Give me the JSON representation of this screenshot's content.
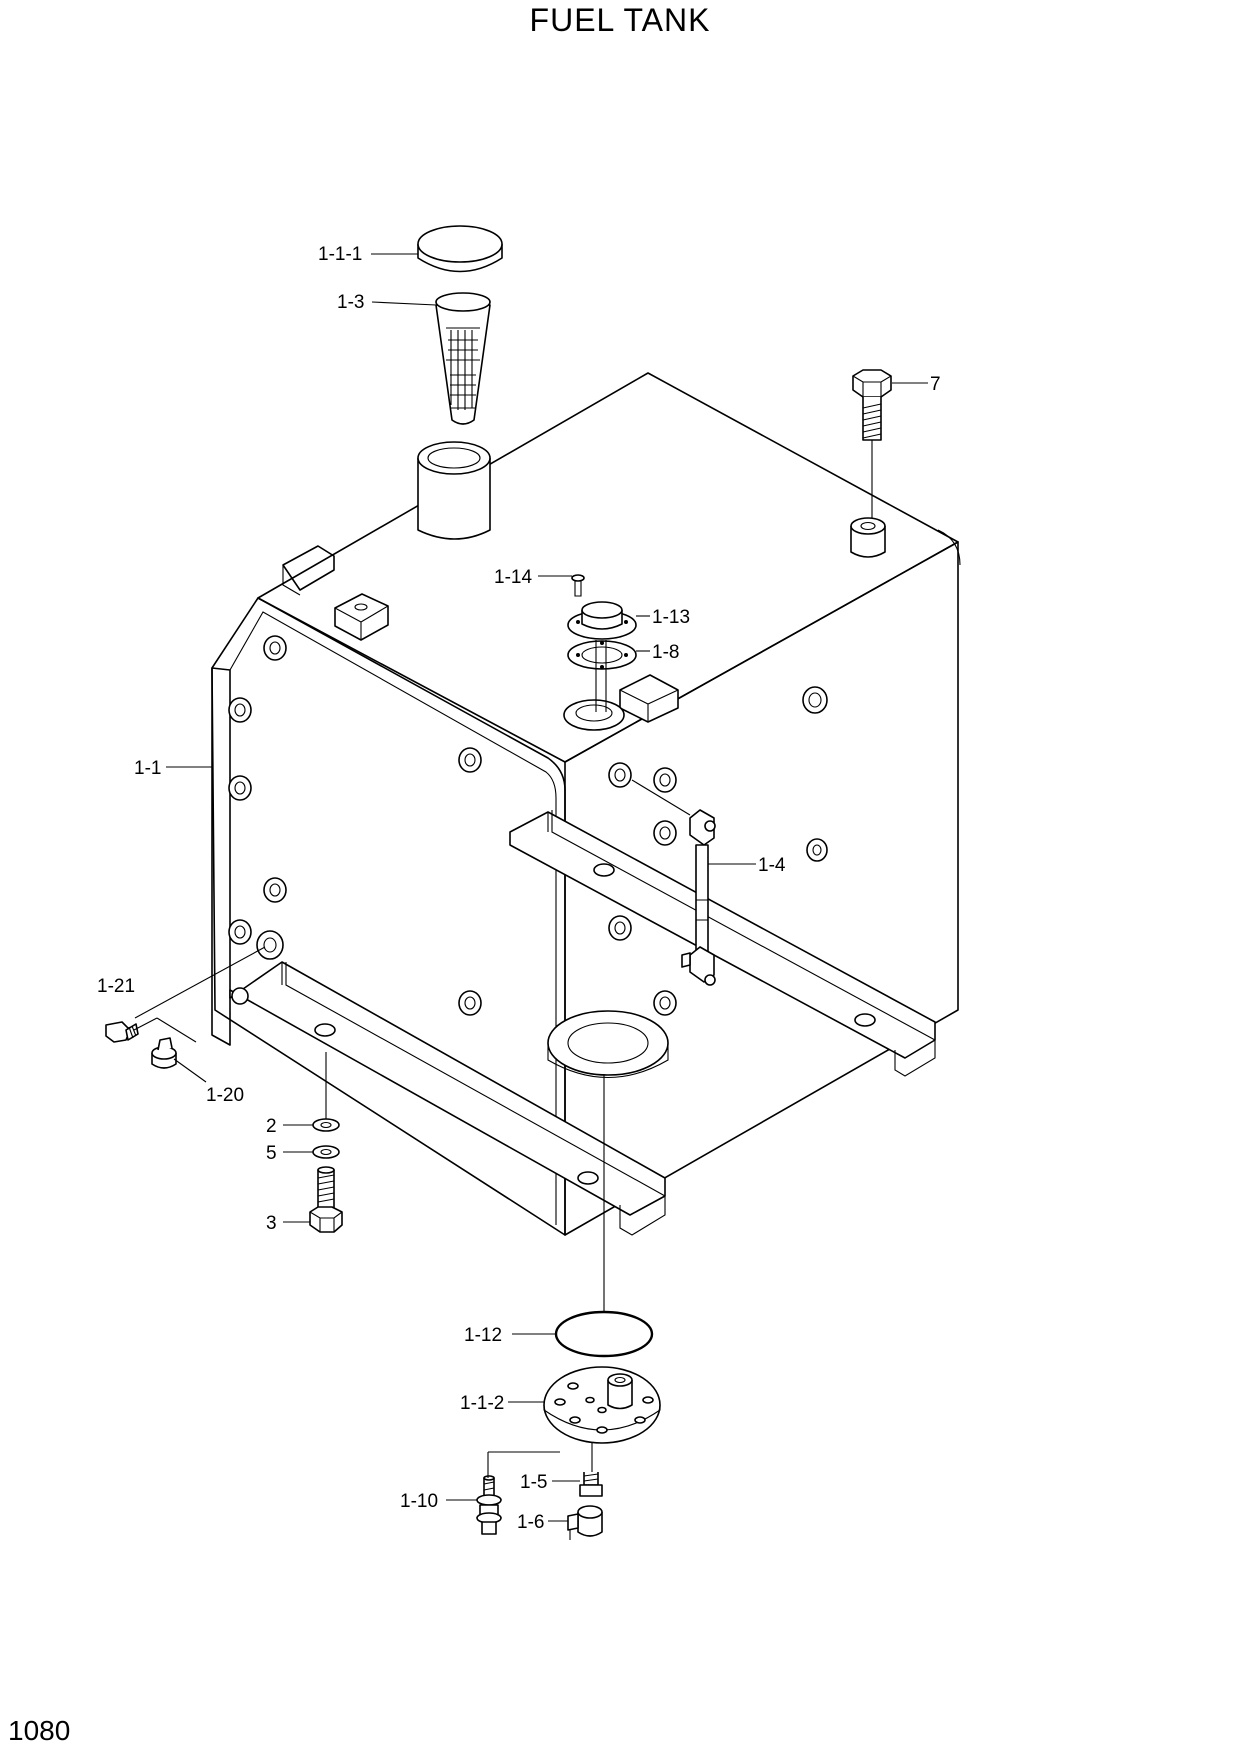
{
  "title": "FUEL TANK",
  "page_number": "1080",
  "labels": {
    "p1_1_1": "1-1-1",
    "p1_3": "1-3",
    "p7": "7",
    "p1_14": "1-14",
    "p1_13": "1-13",
    "p1_8": "1-8",
    "p1_1": "1-1",
    "p1_4": "1-4",
    "p1_21": "1-21",
    "p1_20": "1-20",
    "p2": "2",
    "p5": "5",
    "p3": "3",
    "p1_12": "1-12",
    "p1_1_2": "1-1-2",
    "p1_5": "1-5",
    "p1_10": "1-10",
    "p1_6": "1-6"
  }
}
